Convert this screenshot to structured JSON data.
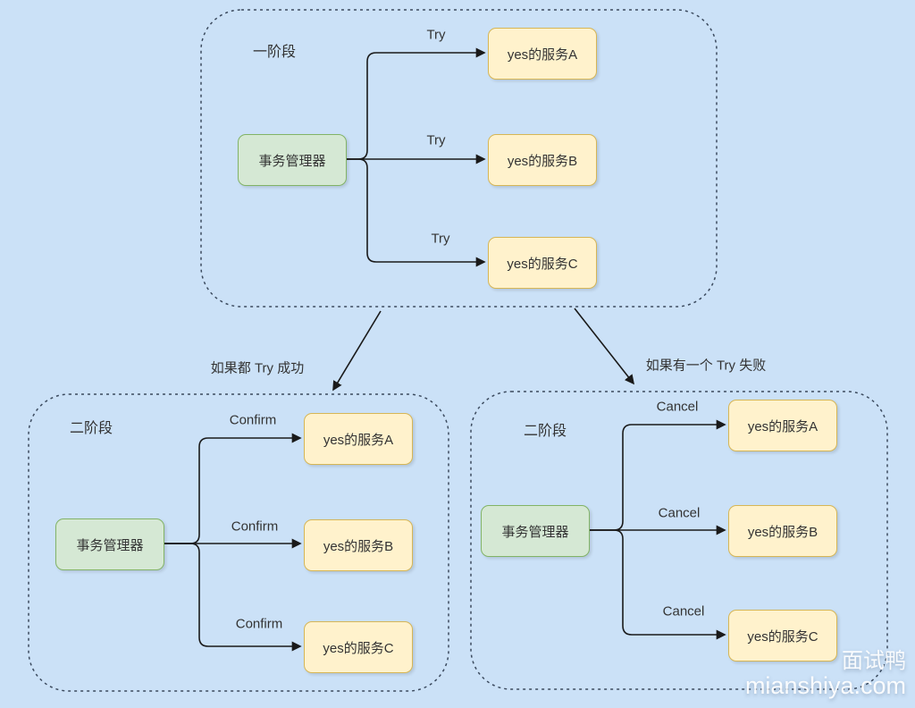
{
  "colors": {
    "background": "#cbe1f7",
    "container_stroke": "#3c4b5f",
    "manager_fill": "#d5e8d4",
    "manager_stroke": "#82b366",
    "service_fill": "#fff2cc",
    "service_stroke": "#d6b656",
    "arrow": "#1a1a1a",
    "text": "#333333"
  },
  "phase1": {
    "title": "一阶段",
    "manager": "事务管理器",
    "action": "Try",
    "services": [
      "yes的服务A",
      "yes的服务B",
      "yes的服务C"
    ]
  },
  "phase2_success": {
    "title": "二阶段",
    "condition": "如果都 Try 成功",
    "manager": "事务管理器",
    "action": "Confirm",
    "services": [
      "yes的服务A",
      "yes的服务B",
      "yes的服务C"
    ]
  },
  "phase2_fail": {
    "title": "二阶段",
    "condition": "如果有一个 Try 失败",
    "manager": "事务管理器",
    "action": "Cancel",
    "services": [
      "yes的服务A",
      "yes的服务B",
      "yes的服务C"
    ]
  },
  "watermark": {
    "brand": "面试鸭",
    "site": "mianshiya.com"
  }
}
